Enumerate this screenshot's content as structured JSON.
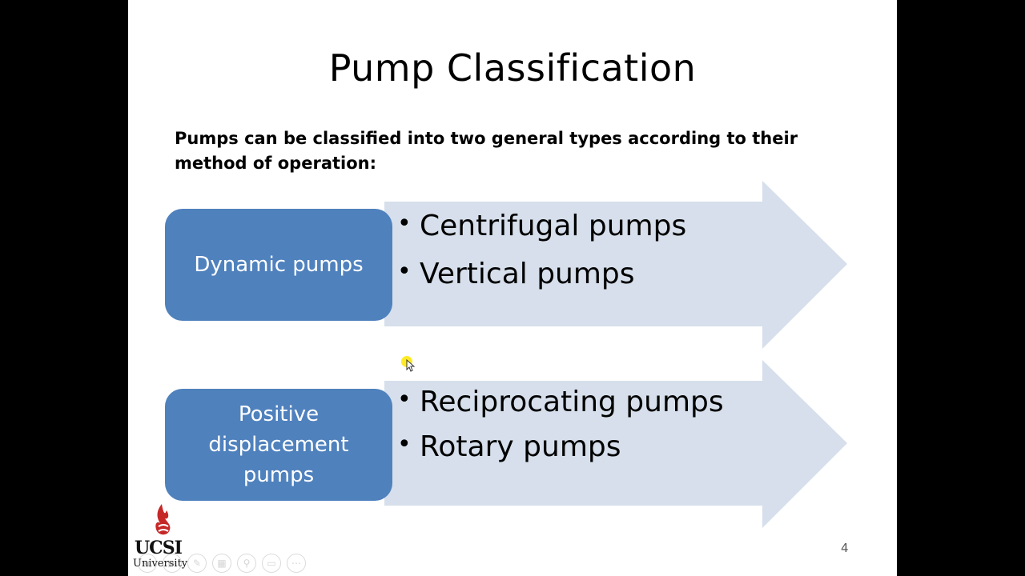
{
  "slide": {
    "title": "Pump Classification",
    "intro": "Pumps can be classified into two general types according to their method of operation:",
    "page_number": "4"
  },
  "groups": [
    {
      "category": "Dynamic pumps",
      "items": [
        "Centrifugal pumps",
        "Vertical pumps"
      ]
    },
    {
      "category": "Positive displacement pumps",
      "items": [
        "Reciprocating pumps",
        "Rotary pumps"
      ]
    }
  ],
  "logo": {
    "name": "UCSI",
    "sub": "University"
  },
  "colors": {
    "box": "#4f81bd",
    "arrow": "#d6dfeb",
    "background": "#ffffff",
    "letterbox": "#000000"
  },
  "toolbar": {
    "icons": [
      "prev-icon",
      "next-icon",
      "pen-icon",
      "slides-icon",
      "zoom-icon",
      "screen-icon",
      "more-icon"
    ]
  }
}
